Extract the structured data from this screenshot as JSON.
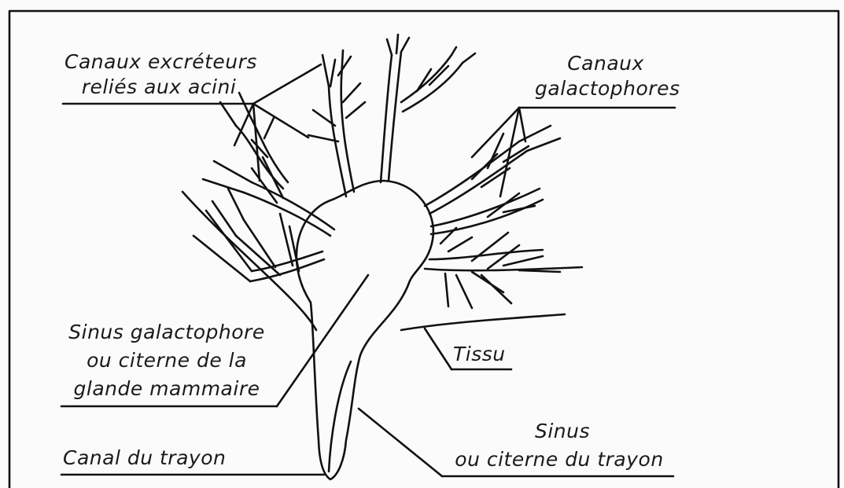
{
  "labels": {
    "canaux_excreteurs_l1": "Canaux excréteurs",
    "canaux_excreteurs_l2": "reliés aux acini",
    "canaux_galacto_l1": "Canaux",
    "canaux_galacto_l2": "galactophores",
    "sinus_galacto_l1": "Sinus galactophore",
    "sinus_galacto_l2": "ou citerne de la",
    "sinus_galacto_l3": "glande mammaire",
    "tissu": "Tissu",
    "canal_trayon": "Canal du trayon",
    "sinus_trayon_l1": "Sinus",
    "sinus_trayon_l2": "ou citerne du trayon"
  }
}
